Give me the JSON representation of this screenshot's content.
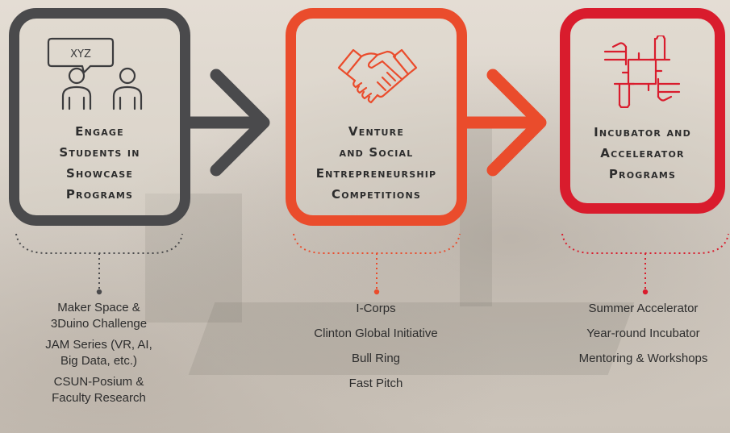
{
  "stages": [
    {
      "title": "Engage\nStudents in\nShowcase\nPrograms",
      "icon": "presentation-people-icon",
      "icon_text": "XYZ",
      "color": "#4a4a4c",
      "items": [
        "Maker Space &\n3Duino Challenge",
        "JAM Series (VR, AI,\nBig Data, etc.)",
        "CSUN-Posium &\nFaculty Research"
      ]
    },
    {
      "title": "Venture\nand Social\nEntrepreneurship\nCompetitions",
      "icon": "handshake-icon",
      "color": "#ea4c2c",
      "items": [
        "I-Corps",
        "Clinton Global Initiative",
        "Bull Ring",
        "Fast Pitch"
      ]
    },
    {
      "title": "Incubator and\nAccelerator\nPrograms",
      "icon": "team-hands-icon",
      "color": "#d91c2d",
      "items": [
        "Summer Accelerator",
        "Year-round Incubator",
        "Mentoring & Workshops"
      ]
    }
  ]
}
